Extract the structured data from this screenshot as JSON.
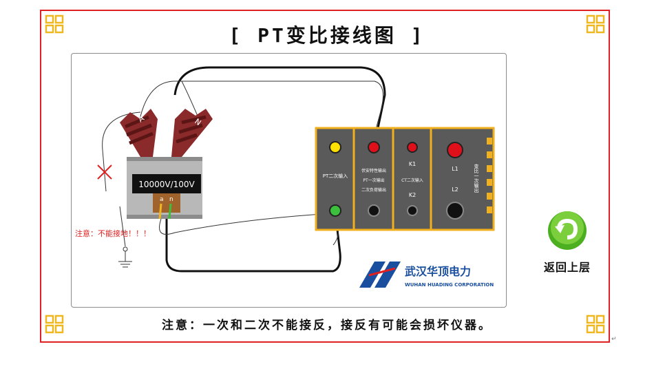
{
  "title": "[ PT变比接线图 ]",
  "transformer": {
    "rating": "10000V/100V",
    "terminal_high_a": "A",
    "terminal_high_n": "N",
    "terminal_low_a": "a",
    "terminal_low_n": "n"
  },
  "ground_warning": "注意：不能接地！！！",
  "instrument": {
    "pt_secondary_input": "PT二次输入",
    "volt_ampere_output": "伏安特性输出",
    "pt_primary_output": "PT一次输出",
    "secondary_load_output": "二次负荷输出",
    "k1": "K1",
    "ct_secondary_input": "CT二次输入",
    "k2": "K2",
    "l1": "L1",
    "l2": "L2",
    "ratio_primary_output": "变比一次输出"
  },
  "logo": {
    "name_cn": "武汉华顶电力",
    "name_en": "WUHAN HUADING CORPORATION"
  },
  "footer_note": "注意：一次和二次不能接反，接反有可能会损坏仪器。",
  "back_button": {
    "label": "返回上层"
  },
  "colors": {
    "frame_red": "#e02020",
    "corner_gold": "#f0b820",
    "porcelain": "#8b2a2a",
    "instrument_body": "#5a5a5a",
    "instrument_border": "#f0b020",
    "logo_blue": "#1a4fa0",
    "back_green": "#4caf20"
  }
}
